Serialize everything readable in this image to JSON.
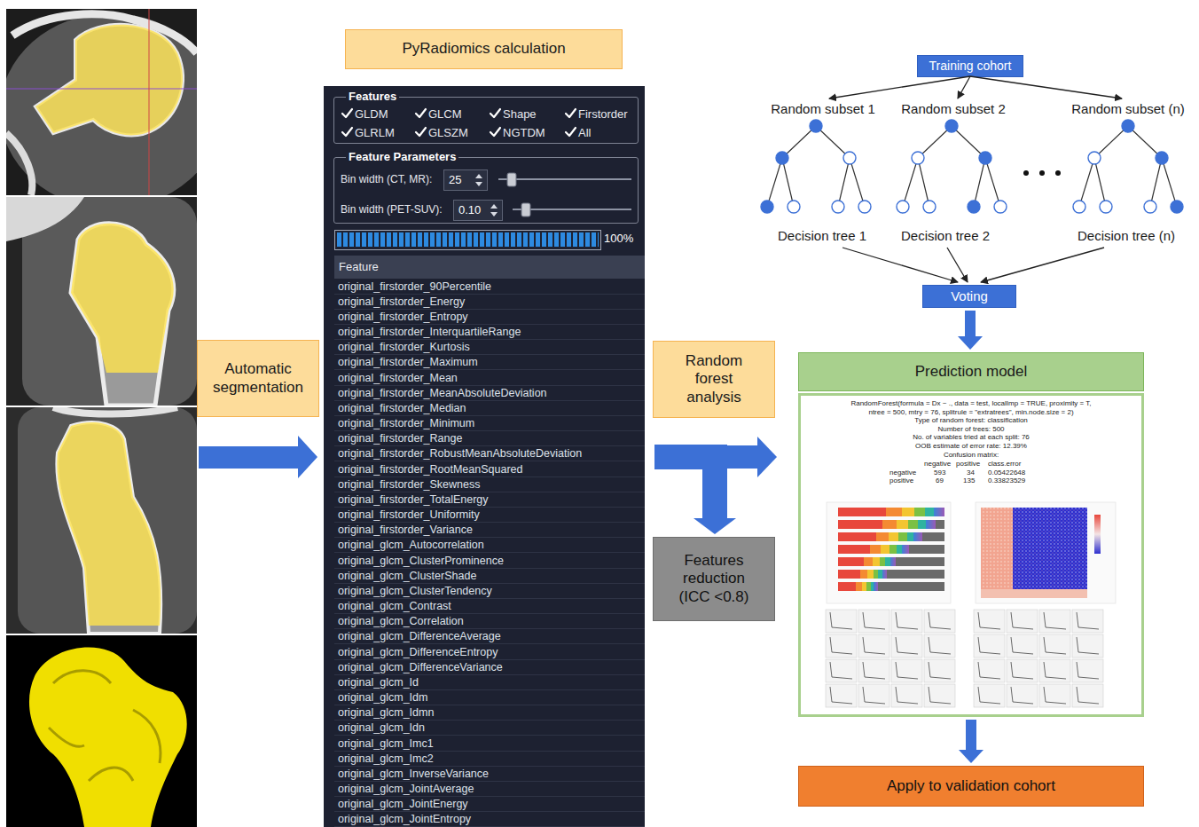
{
  "diagram": {
    "nodes": [
      {
        "text": [
          "Automatic segmentation"
        ]
      },
      {
        "text": [
          "PyRadiomics calculation"
        ]
      },
      {
        "text": [
          "100%"
        ]
      },
      {
        "text": [
          "Features",
          "GLDM",
          "GLCM",
          "Shape",
          "Firstorder",
          "GLRLM",
          "GLSZM",
          "NGTDM",
          "All"
        ],
        "in": 2
      },
      {
        "text": [
          "Feature Parameters",
          "Bin width (CT, MR):",
          "Bin width (PET-SUV):"
        ],
        "in": 2
      },
      {
        "text": [
          "25"
        ],
        "in": 4
      },
      {
        "text": [
          "0.10"
        ],
        "in": 4
      },
      {
        "text": [
          "Feature",
          "original_firstorder_90Percentile",
          "original_firstorder_Energy",
          "original_firstorder_Entropy",
          "original_firstorder_InterquartileRange",
          "original_firstorder_Kurtosis",
          "original_firstorder_Maximum",
          "original_firstorder_Mean",
          "original_firstorder_MeanAbsoluteDeviation",
          "original_firstorder_Median",
          "original_firstorder_Minimum",
          "original_firstorder_Range",
          "original_firstorder_RobustMeanAbsoluteDeviation",
          "original_firstorder_RootMeanSquared",
          "original_firstorder_Skewness",
          "original_firstorder_TotalEnergy",
          "original_firstorder_Uniformity",
          "original_firstorder_Variance",
          "original_glcm_Autocorrelation",
          "original_glcm_ClusterProminence",
          "original_glcm_ClusterShade",
          "original_glcm_ClusterTendency",
          "original_glcm_Contrast",
          "original_glcm_Correlation",
          "original_glcm_DifferenceAverage",
          "original_glcm_DifferenceEntropy",
          "original_glcm_DifferenceVariance",
          "original_glcm_Id",
          "original_glcm_Idm",
          "original_glcm_Idmn",
          "original_glcm_Idn",
          "original_glcm_Imc1",
          "original_glcm_Imc2",
          "original_glcm_InverseVariance",
          "original_glcm_JointAverage",
          "original_glcm_JointEnergy",
          "original_glcm_JointEntropy"
        ],
        "in": 2
      },
      {
        "text": [
          "Random forest analysis"
        ]
      },
      {
        "text": [
          "Features reduction (ICC <0.8)"
        ]
      },
      {
        "text": [
          "Training cohort"
        ]
      },
      {
        "text": [
          "Voting"
        ]
      },
      {
        "text": [
          "Prediction model"
        ]
      },
      {
        "text": [
          "RandomForest(formula = Dx ~ ., data = test, localImp = TRUE, proximity = T, ntree = 500, mtry = 76, splitrule = \"extratrees\", min.node.size = 2)",
          "Type of random forest: classification",
          "Number of trees: 500",
          "No. of variables tried at each split: 76",
          "OOB estimate of error rate: 12.39%",
          "Confusion matrix:",
          "negative",
          "positive",
          "class.error",
          "negative",
          "593",
          "34",
          "0.05422648",
          "positive",
          "69",
          "135",
          "0.33823529"
        ]
      },
      {
        "text": [
          "Apply to validation cohort"
        ]
      }
    ],
    "edges": [
      {
        "from": 2,
        "to": 13,
        "arrow": "to"
      },
      {
        "from": 2,
        "to": 9,
        "arrow": "to"
      },
      {
        "from": 11,
        "to": 12,
        "arrow": "to"
      },
      {
        "from": 13,
        "to": 14,
        "arrow": "to"
      }
    ],
    "labels": [
      "Random subset 1",
      "Random subset 2",
      "Random subset (n)",
      "Decision tree 1",
      "Decision tree 2",
      "Decision tree (n)"
    ]
  }
}
